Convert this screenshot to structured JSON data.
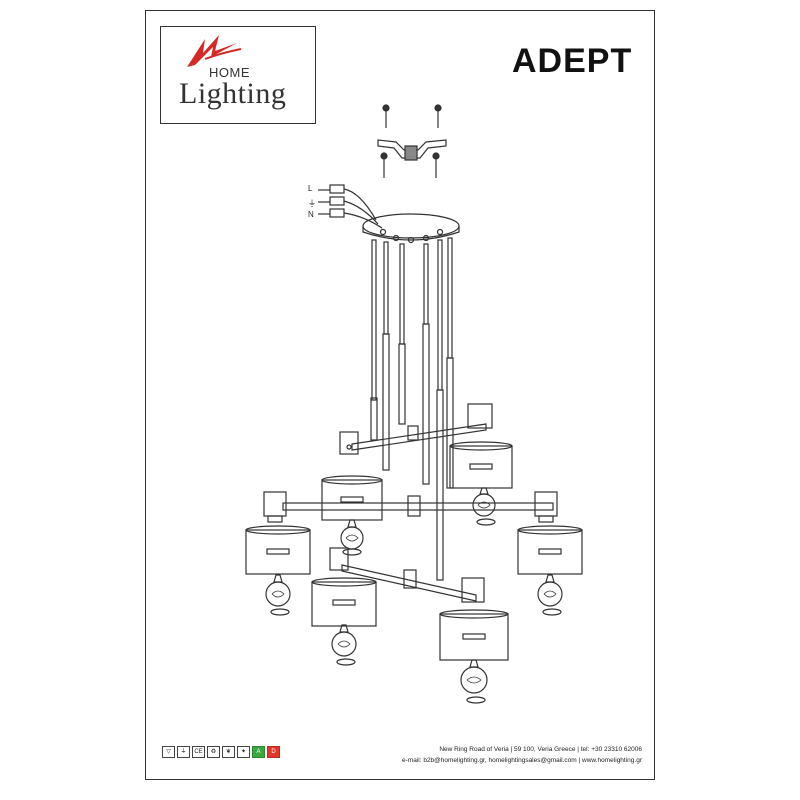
{
  "logo": {
    "home": "HOME",
    "lighting": "Lighting",
    "accent_color": "#d42a27"
  },
  "product": {
    "title": "ADEPT"
  },
  "wiring": {
    "labels": [
      "L",
      "⏚",
      "N"
    ]
  },
  "certifications": [
    {
      "icon": "triangle-icon",
      "label": "▽"
    },
    {
      "icon": "earth-icon",
      "label": "⏚"
    },
    {
      "icon": "ce-mark-icon",
      "label": "CE"
    },
    {
      "icon": "recycle-bin-icon",
      "label": "♻"
    },
    {
      "icon": "leaf-icon",
      "label": "❦"
    },
    {
      "icon": "bulb-icon",
      "label": "✦"
    },
    {
      "icon": "energy-class-a-icon",
      "label": "A"
    },
    {
      "icon": "energy-class-d-icon",
      "label": "D"
    }
  ],
  "footer": {
    "address": "New Ring Road of Veria | 59 100, Veria Greece | tel: +30 23310 62006",
    "contact": "e-mail: b2b@homelighting.gr, homelightingsales@gmail.com | www.homelighting.gr"
  }
}
